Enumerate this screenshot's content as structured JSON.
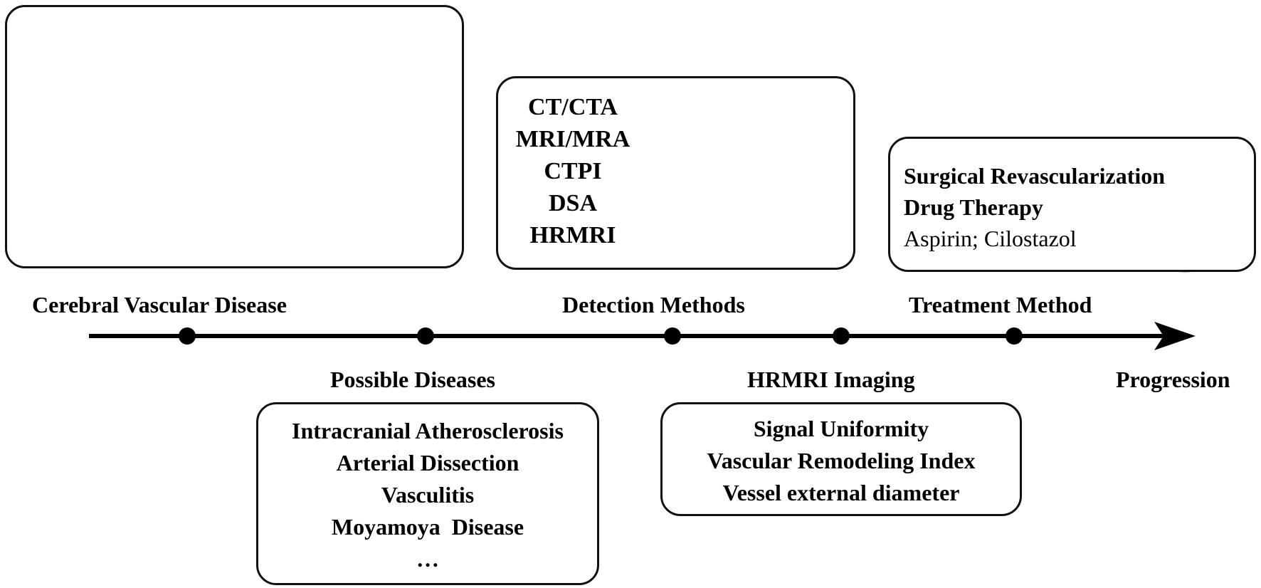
{
  "stages": {
    "cerebral": "Cerebral Vascular Disease",
    "possible": "Possible Diseases",
    "detection": "Detection Methods",
    "hrmri": "HRMRI Imaging",
    "treatment": "Treatment Method",
    "progression": "Progression"
  },
  "detection_methods": [
    "CT/CTA",
    "MRI/MRA",
    "CTPI",
    "DSA",
    "HRMRI"
  ],
  "possible_diseases": [
    "Intracranial Atherosclerosis",
    "Arterial Dissection",
    "Vasculitis",
    "Moyamoya  Disease",
    "…"
  ],
  "hrmri_features": [
    "Signal Uniformity",
    "Vascular Remodeling Index",
    "Vessel external diameter"
  ],
  "treatment": {
    "line1": "Surgical Revascularization",
    "line2": "Drug Therapy",
    "line3": "Aspirin; Cilostazol"
  },
  "icons": {
    "brain": "brain-illustration-icon",
    "aneurysm_vessel": "ruptured-vessel-icon",
    "stenosis_vessel": "stenosed-vessel-icon",
    "scanner": "mri-scanner-icon",
    "pill": "capsule-pill-icon"
  },
  "colors": {
    "vessel": "#d8322f",
    "brain": "#f1b5ab",
    "pill_green": "#b8d28d"
  }
}
